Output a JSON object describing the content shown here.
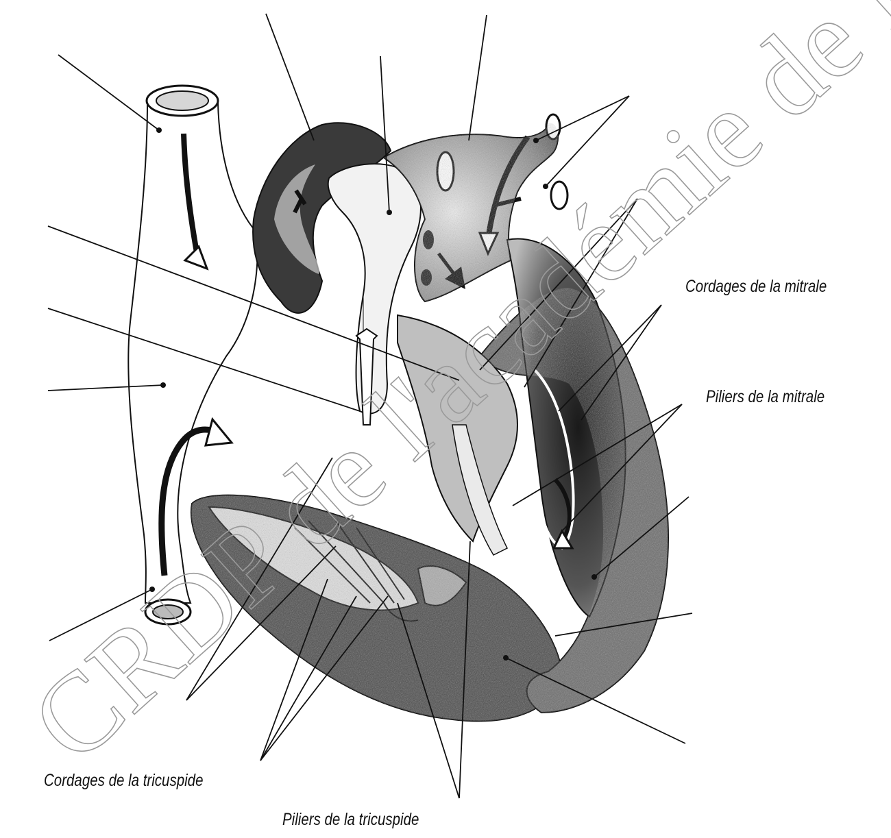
{
  "labels": {
    "cordages_mitrale": "Cordages de la mitrale",
    "piliers_mitrale": "Piliers de la mitrale",
    "cordages_tricuspide": "Cordages de la tricuspide",
    "piliers_tricuspide": "Piliers de la tricuspide"
  },
  "watermark": "CRDP de l'académie de Rennes",
  "colors": {
    "ink": "#111111",
    "stipple_dark": "#2a2a2a",
    "stipple_mid": "#8a8a8a",
    "stipple_light": "#c8c8c8",
    "watermark_outline": "#9a9a9a"
  }
}
